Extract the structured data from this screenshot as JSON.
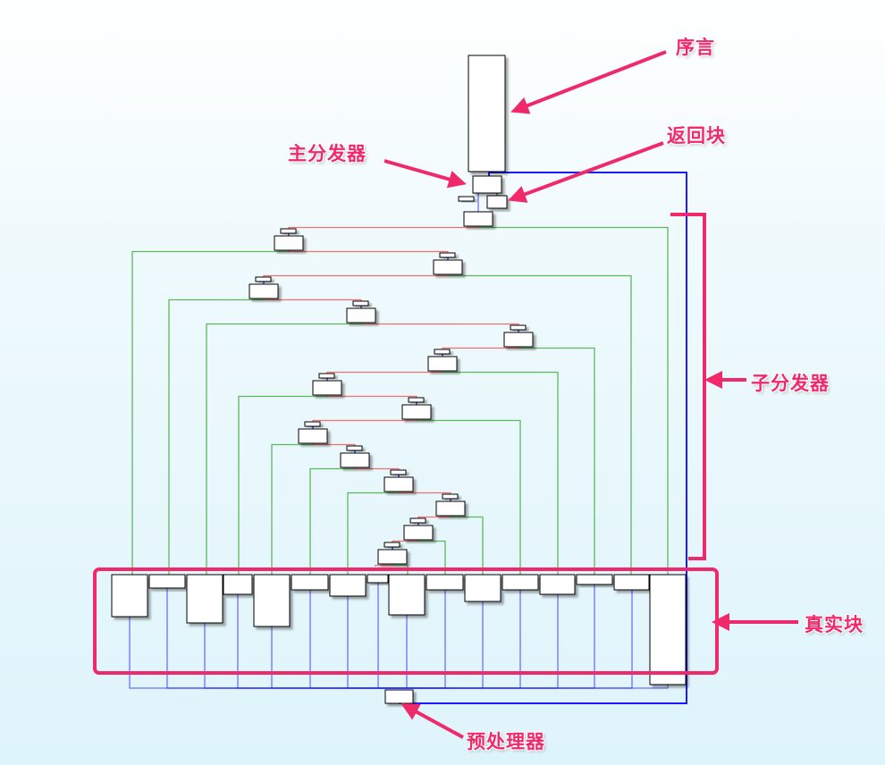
{
  "annotations": {
    "prologue": "序言",
    "return_block": "返回块",
    "main_dispatcher": "主分发器",
    "sub_dispatchers": "子分发器",
    "real_blocks": "真实块",
    "preprocessor": "预处理器"
  },
  "colors": {
    "annotation": "#f0296b",
    "true_branch": "#5cb85c",
    "false_branch": "#f07070",
    "flow": "#1a1aff",
    "node_fill": "#ffffff",
    "node_border": "#000000"
  }
}
